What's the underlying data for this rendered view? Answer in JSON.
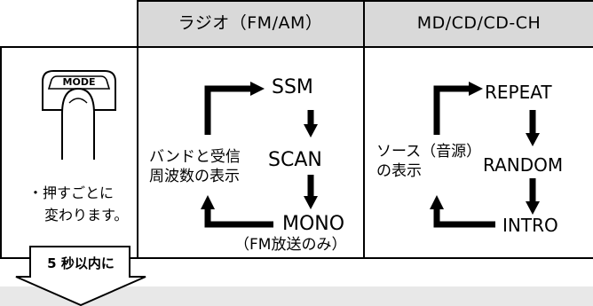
{
  "table": {
    "header_radio": "ラジオ（FM/AM）",
    "header_disc": "MD/CD/CD-CH"
  },
  "mode_column": {
    "button_label": "MODE",
    "note_line1": "・押すごとに",
    "note_line2": "変わります。"
  },
  "radio_column": {
    "top": "SSM",
    "middle": "SCAN",
    "bottom": "MONO",
    "bottom_note": "（FM放送のみ）",
    "left_line1": "バンドと受信",
    "left_line2": "周波数の表示"
  },
  "disc_column": {
    "top": "REPEAT",
    "middle": "RANDOM",
    "bottom": "INTRO",
    "left_line1": "ソース（音源）",
    "left_line2": "の表示"
  },
  "arrow_tag": "5 秒以内に"
}
